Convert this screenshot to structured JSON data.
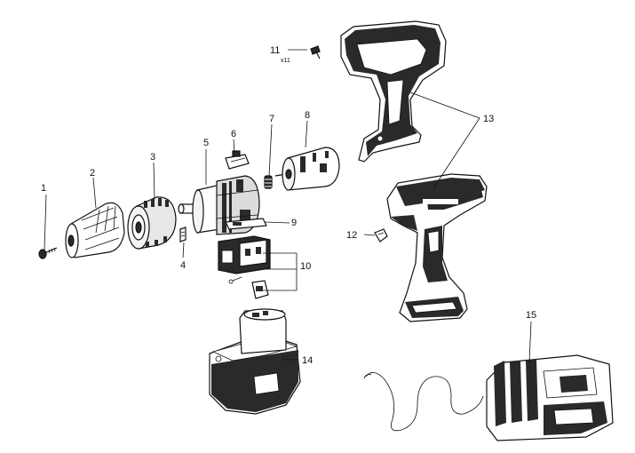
{
  "callouts": {
    "c1": "1",
    "c2": "2",
    "c3": "3",
    "c4": "4",
    "c5": "5",
    "c6": "6",
    "c7": "7",
    "c8": "8",
    "c9": "9",
    "c10": "10",
    "c11": "11",
    "c11_qty": "x11",
    "c12": "12",
    "c13": "13",
    "c14": "14",
    "c15": "15"
  },
  "colors": {
    "ink": "#111111",
    "dark_part": "#2a2a2a",
    "light_part": "#f4f4f4",
    "mid_part": "#8a8a8a"
  },
  "parts": [
    {
      "ref": "1",
      "name": "screw-icon"
    },
    {
      "ref": "2",
      "name": "chuck-icon"
    },
    {
      "ref": "3",
      "name": "clutch-collar-icon"
    },
    {
      "ref": "4",
      "name": "spring-clip-icon"
    },
    {
      "ref": "5",
      "name": "gearbox-icon"
    },
    {
      "ref": "6",
      "name": "shift-knob-icon"
    },
    {
      "ref": "7",
      "name": "spring-icon"
    },
    {
      "ref": "8",
      "name": "motor-icon"
    },
    {
      "ref": "9",
      "name": "contact-plate-icon"
    },
    {
      "ref": "10",
      "name": "switch-assembly-icon"
    },
    {
      "ref": "11",
      "name": "housing-screw-icon"
    },
    {
      "ref": "12",
      "name": "hang-hook-icon"
    },
    {
      "ref": "13",
      "name": "housing-halves-icon"
    },
    {
      "ref": "14",
      "name": "battery-pack-icon"
    },
    {
      "ref": "15",
      "name": "charger-icon"
    }
  ]
}
